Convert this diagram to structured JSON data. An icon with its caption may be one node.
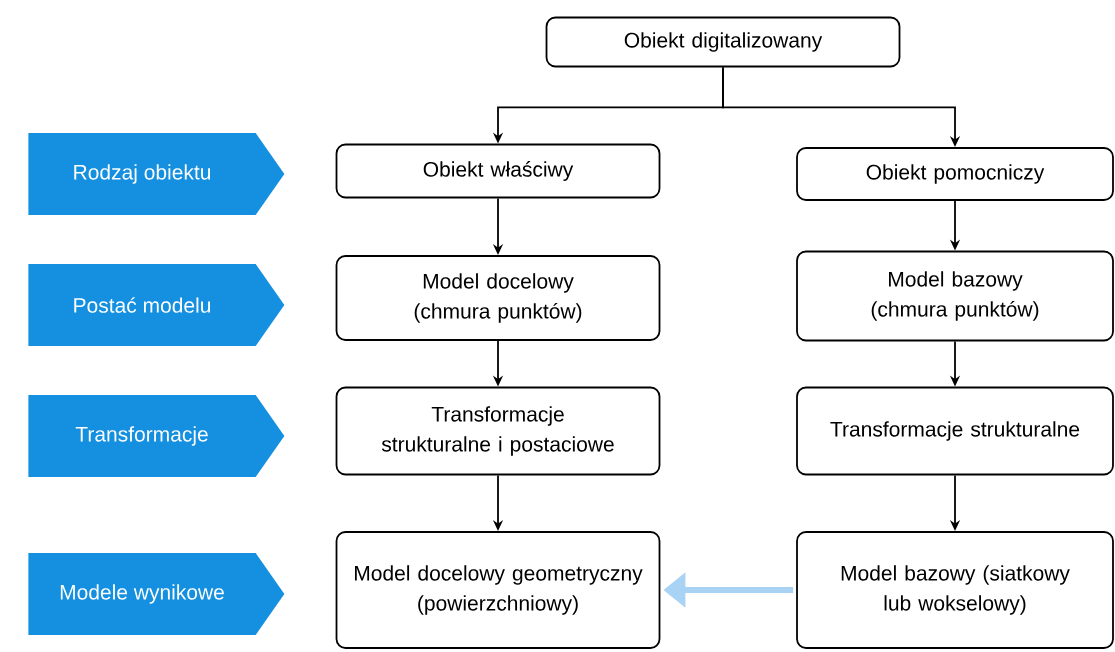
{
  "diagram": {
    "nodes": [
      {
        "text": [
          "Obiekt digitalizowany"
        ]
      },
      {
        "text": [
          "Rodzaj obiektu"
        ]
      },
      {
        "text": [
          "Obiekt właściwy"
        ]
      },
      {
        "text": [
          "Obiekt pomocniczy"
        ]
      },
      {
        "text": [
          "Postać modelu"
        ]
      },
      {
        "text": [
          "Model docelowy (chmura punktów)"
        ]
      },
      {
        "text": [
          "Model bazowy (chmura punktów)"
        ]
      },
      {
        "text": [
          "Transformacje"
        ]
      },
      {
        "text": [
          "Transformacje strukturalne i postaciowe"
        ]
      },
      {
        "text": [
          "Transformacje strukturalne"
        ]
      },
      {
        "text": [
          "Modele wynikowe"
        ]
      },
      {
        "text": [
          "Model docelowy geometryczny (powierzchniowy)"
        ]
      },
      {
        "text": [
          "Model bazowy (siatkowy lub wokselowy)"
        ]
      }
    ],
    "edges": [
      {
        "from": 0,
        "to": 2,
        "arrow": "to"
      },
      {
        "from": 0,
        "to": 3,
        "arrow": "to"
      },
      {
        "from": 2,
        "to": 5,
        "arrow": "to"
      },
      {
        "from": 3,
        "to": 6,
        "arrow": "to"
      },
      {
        "from": 5,
        "to": 8,
        "arrow": "to"
      },
      {
        "from": 6,
        "to": 9,
        "arrow": "to"
      },
      {
        "from": 8,
        "to": 11,
        "arrow": "to"
      },
      {
        "from": 9,
        "to": 12,
        "arrow": "to"
      },
      {
        "from": 12,
        "to": 11,
        "arrow": "to",
        "style": "thick",
        "color": "#a9d3f5"
      }
    ]
  }
}
